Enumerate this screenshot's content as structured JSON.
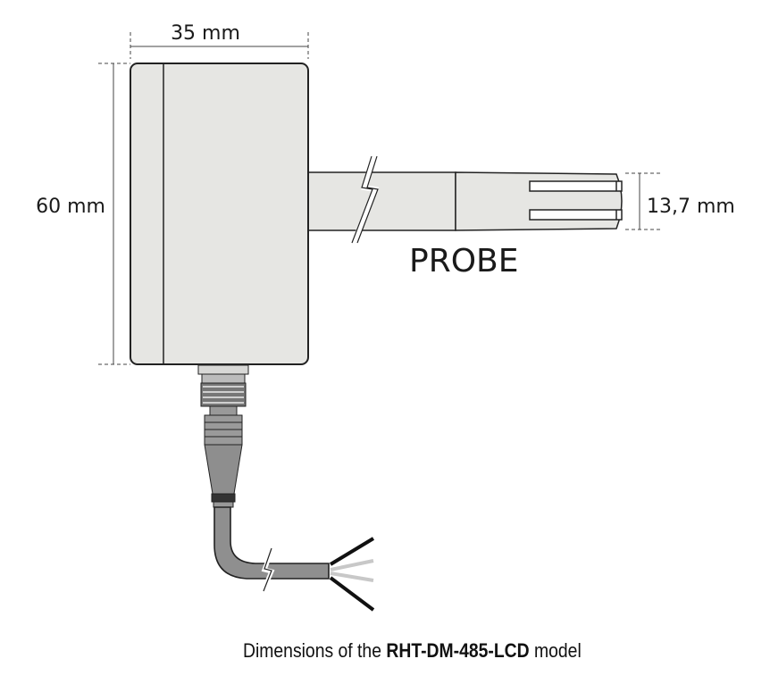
{
  "dimensions": {
    "width_label": "35 mm",
    "height_label": "60 mm",
    "probe_diameter_label": "13,7 mm"
  },
  "probe_label": "PROBE",
  "caption": {
    "prefix": "Dimensions of the",
    "model": "RHT-DM-485-LCD",
    "suffix": "model"
  },
  "colors": {
    "housing": "#e6e6e3",
    "cable": "#8f8f8f",
    "outline": "#222222"
  }
}
